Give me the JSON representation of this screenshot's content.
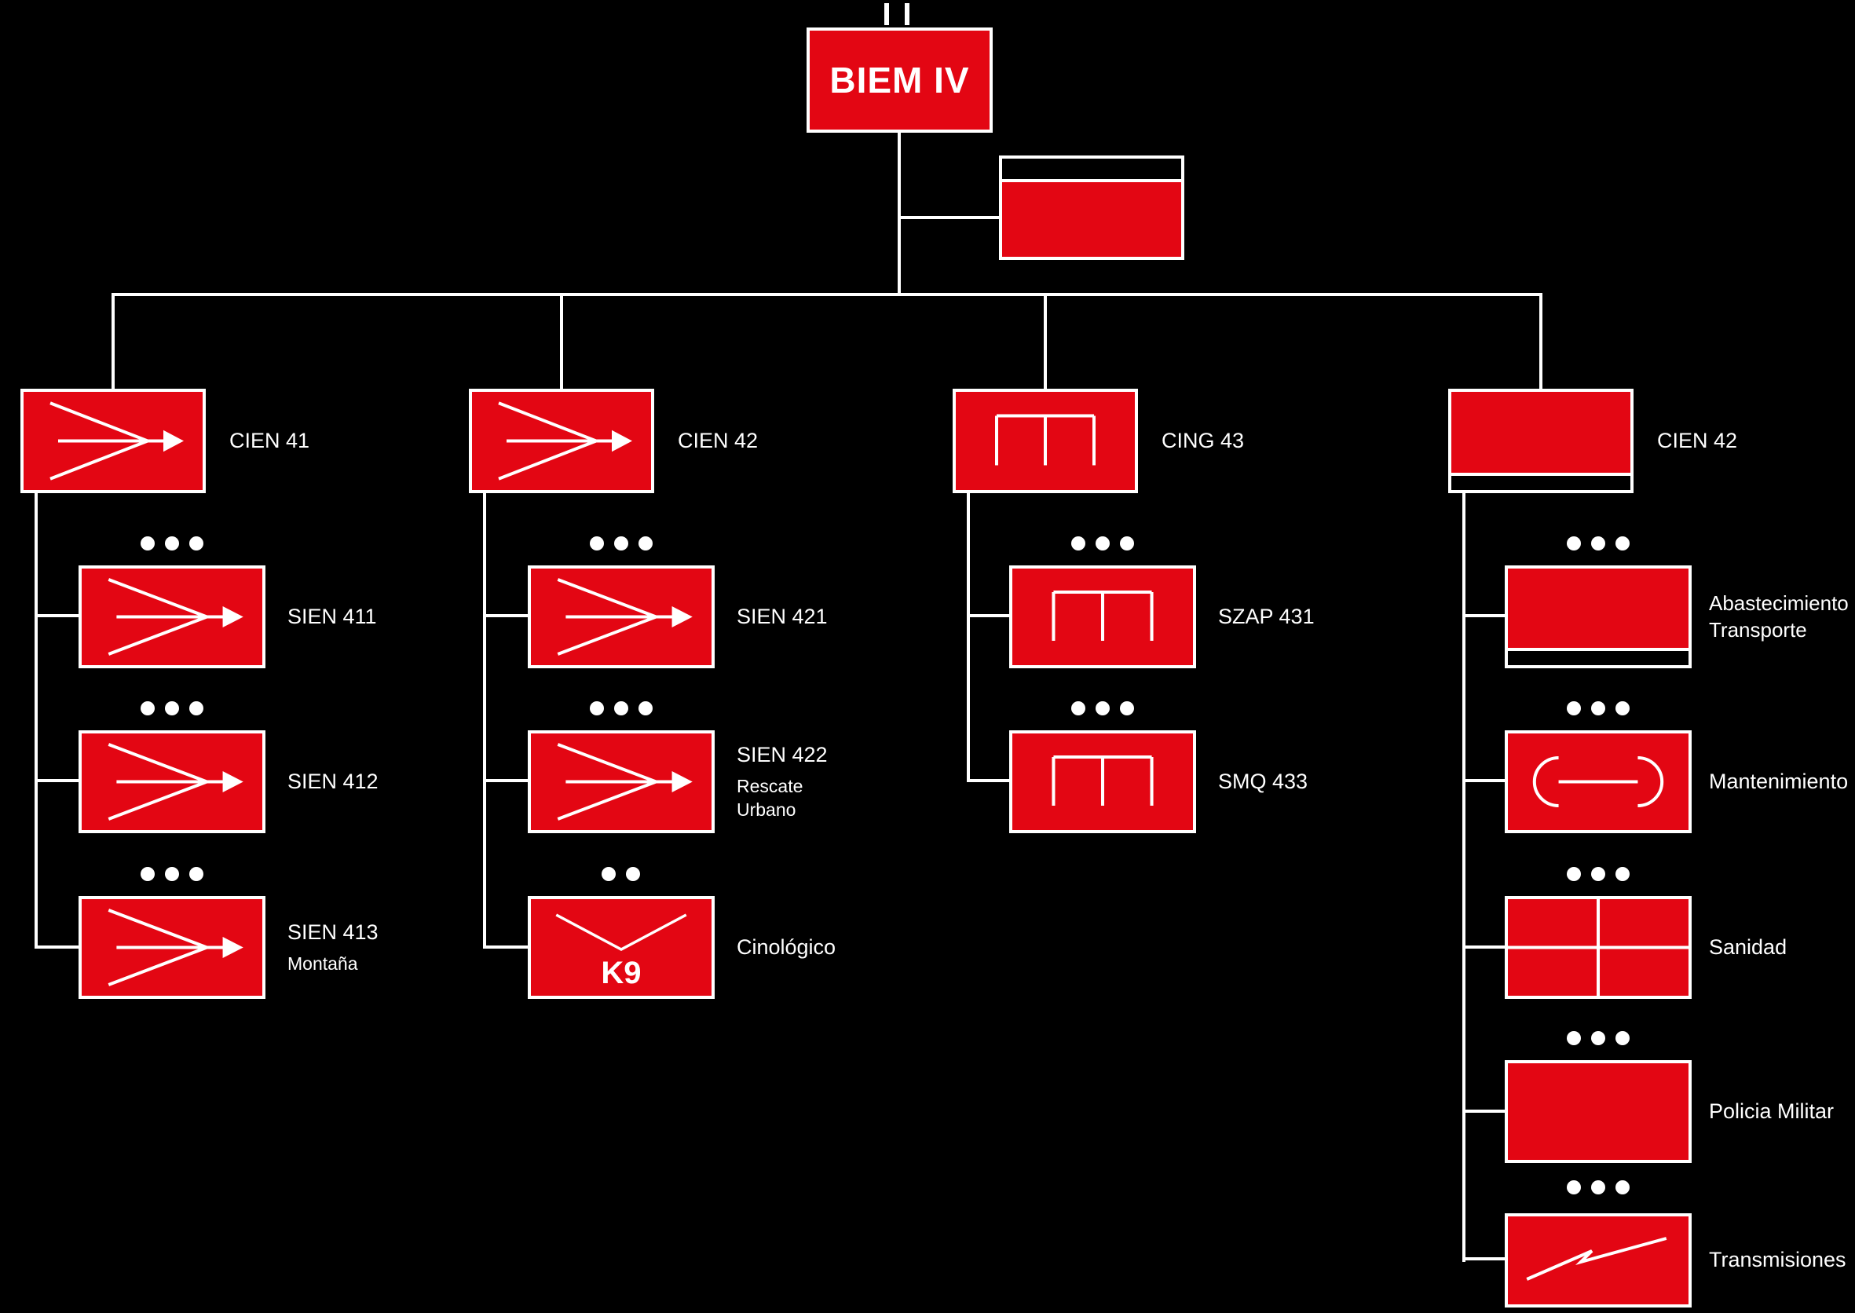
{
  "root": {
    "label": "BIEM IV",
    "echelon_ticks": 2
  },
  "columns": [
    {
      "label": "CIEN 41",
      "symbol": "engineer-chevron-arrow",
      "children": [
        {
          "label": "SIEN 411",
          "dots": 3,
          "symbol": "engineer-chevron-arrow"
        },
        {
          "label": "SIEN 412",
          "dots": 3,
          "symbol": "engineer-chevron-arrow"
        },
        {
          "label": "SIEN 413",
          "sublabel": "Montaña",
          "dots": 3,
          "symbol": "engineer-chevron-arrow"
        }
      ]
    },
    {
      "label": "CIEN 42",
      "symbol": "engineer-chevron-arrow",
      "children": [
        {
          "label": "SIEN 421",
          "dots": 3,
          "symbol": "engineer-chevron-arrow"
        },
        {
          "label": "SIEN 422",
          "sublabel": "Rescate Urbano",
          "dots": 3,
          "symbol": "engineer-chevron-arrow"
        },
        {
          "label": "Cinológico",
          "dots": 2,
          "symbol": "k9-chevron",
          "box_text": "K9"
        }
      ]
    },
    {
      "label": "CING 43",
      "symbol": "engineer-bridge",
      "children": [
        {
          "label": "SZAP 431",
          "dots": 3,
          "symbol": "engineer-bridge"
        },
        {
          "label": "SMQ 433",
          "dots": 3,
          "symbol": "engineer-bridge"
        }
      ]
    },
    {
      "label": "CIEN 42",
      "symbol": "logistics-band",
      "children": [
        {
          "label": "Abastecimiento Transporte",
          "dots": 3,
          "symbol": "logistics-band"
        },
        {
          "label": "Mantenimiento",
          "dots": 3,
          "symbol": "maintenance-wrench"
        },
        {
          "label": "Sanidad",
          "dots": 3,
          "symbol": "medical-cross"
        },
        {
          "label": "Policia Militar",
          "dots": 3,
          "symbol": "plain"
        },
        {
          "label": "Transmisiones",
          "dots": 3,
          "symbol": "signals-lightning"
        }
      ]
    }
  ],
  "colors": {
    "background": "#000000",
    "unit_fill": "#e30613",
    "line": "#ffffff",
    "text": "#ffffff",
    "echelon_dot": "#ffffff",
    "band": "#000000"
  }
}
